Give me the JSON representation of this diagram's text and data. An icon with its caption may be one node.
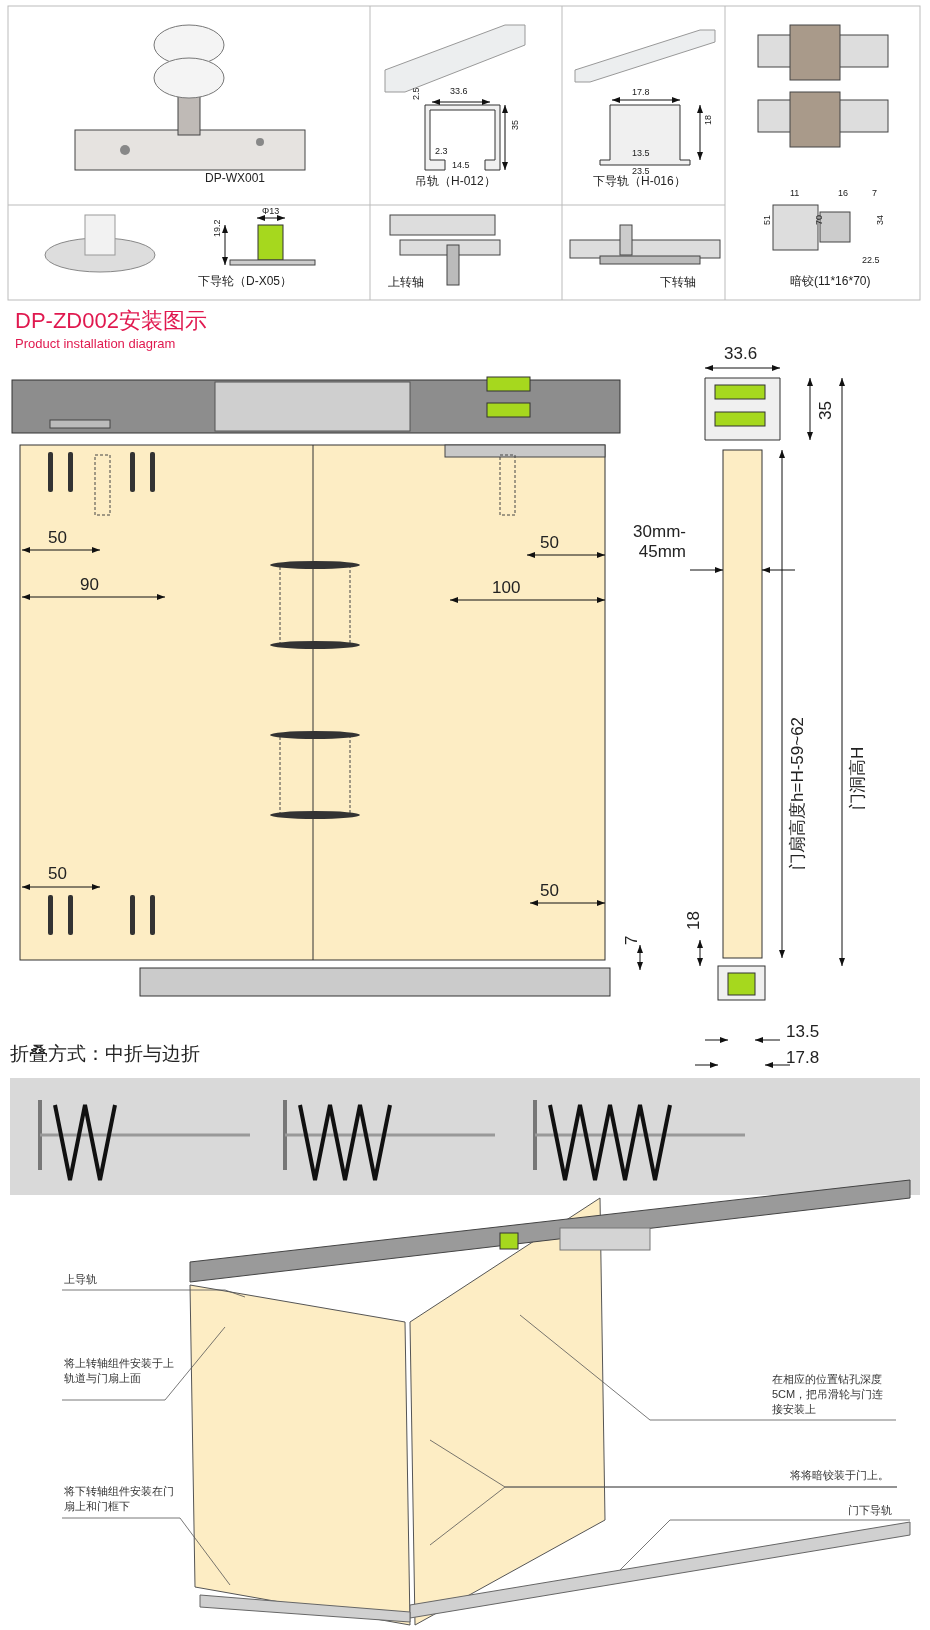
{
  "diagram": {
    "title": "DP-ZD002安装图示",
    "nodes": [
      {
        "text": [
          "上导轨"
        ]
      },
      {
        "text": [
          "将上转轴组件安装于上轨道与门扇上面"
        ]
      },
      {
        "text": [
          "将下转轴组件安装在门扇上和门框下"
        ]
      },
      {
        "text": [
          "在相应的位置钻孔深度5CM，把吊滑轮与门连接安装上"
        ]
      },
      {
        "text": [
          "将将暗铰装于门上。"
        ]
      },
      {
        "text": [
          "门下导轨"
        ]
      }
    ],
    "edges": [
      {
        "from": 0,
        "to": null,
        "arrow": "none"
      },
      {
        "from": 1,
        "to": null,
        "arrow": "none"
      },
      {
        "from": 2,
        "to": null,
        "arrow": "none"
      },
      {
        "from": 3,
        "to": null,
        "arrow": "none"
      },
      {
        "from": 4,
        "to": null,
        "arrow": "none"
      },
      {
        "from": 4,
        "to": null,
        "arrow": "none"
      },
      {
        "from": 5,
        "to": null,
        "arrow": "none"
      }
    ],
    "labels": [
      "DP-WX001",
      "2.5",
      "33.6",
      "35",
      "2.3",
      "14.5",
      "吊轨（H-012）",
      "17.8",
      "18",
      "13.5",
      "23.5",
      "下导轨（H-016）",
      "11",
      "16",
      "7",
      "51",
      "70",
      "34",
      "22.5",
      "暗铰(11*16*70)",
      "Φ13",
      "19.2",
      "下导轮（D-X05）",
      "上转轴",
      "下转轴",
      "Product installation diagram",
      "33.6",
      "35",
      "50",
      "50",
      "30mm- 45mm",
      "90",
      "100",
      "门扇高度h=H-59~62",
      "门洞高H",
      "50",
      "50",
      "7",
      "18",
      "13.5",
      "17.8",
      "折叠方式：中折与边折"
    ]
  }
}
